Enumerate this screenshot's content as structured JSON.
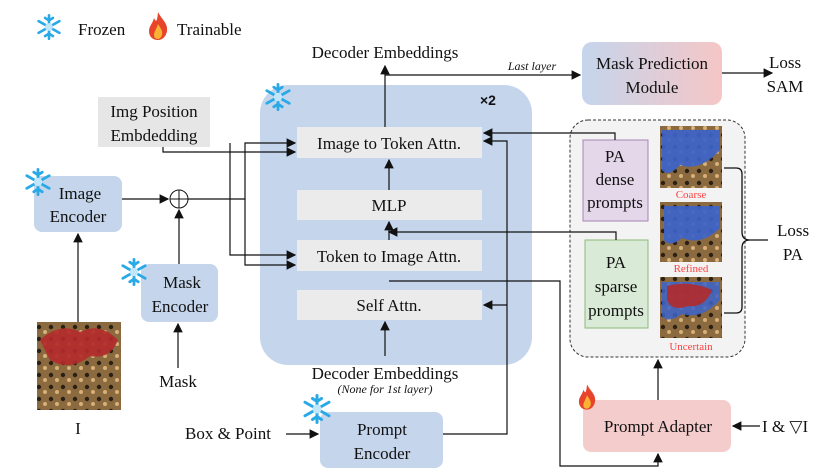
{
  "legend": {
    "frozen": "Frozen",
    "trainable": "Trainable",
    "frozen_icon": "snowflake-icon",
    "trainable_icon": "flame-icon"
  },
  "decoder": {
    "top_label": "Decoder Embeddings",
    "bottom_label": "Decoder Embeddings",
    "bottom_note": "(None for 1st layer)",
    "repeat": "×2",
    "blocks": [
      "Image to Token Attn.",
      "MLP",
      "Token to Image Attn.",
      "Self Attn."
    ]
  },
  "inputs": {
    "img_pos_line1": "Img Position",
    "img_pos_line2": "Embdedding",
    "image_encoder_line1": "Image",
    "image_encoder_line2": "Encoder",
    "mask_encoder_line1": "Mask",
    "mask_encoder_line2": "Encoder",
    "mask": "Mask",
    "image": "I",
    "box_point": "Box & Point",
    "prompt_encoder_line1": "Prompt",
    "prompt_encoder_line2": "Encoder"
  },
  "output": {
    "last_layer": "Last layer",
    "mpm_line1": "Mask Prediction",
    "mpm_line2": "Module",
    "loss_sam_line1": "Loss",
    "loss_sam_line2": "SAM"
  },
  "pa": {
    "dense": [
      "PA",
      "dense",
      "prompts"
    ],
    "sparse": [
      "PA",
      "sparse",
      "prompts"
    ],
    "masks": [
      "Coarse",
      "Refined",
      "Uncertain"
    ],
    "loss_line1": "Loss",
    "loss_line2": "PA",
    "adapter": "Prompt Adapter",
    "adapter_input": "I & ▽I"
  },
  "colors": {
    "frozen_blue": "#c5d5ec",
    "block_gray": "#ebebeb",
    "dense_purple": "#e4d7ea",
    "sparse_green": "#d9ead6",
    "adapter_pink": "#f5cccc",
    "mask_label_red": "#ff4040"
  }
}
